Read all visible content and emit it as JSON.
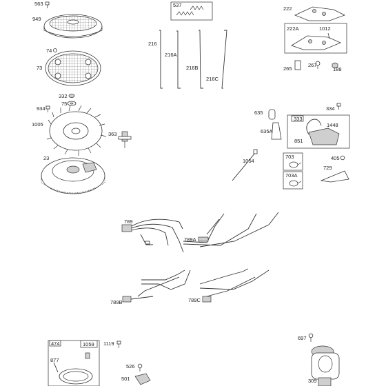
{
  "labels": {
    "l563": "563",
    "l949": "949",
    "l74": "74",
    "l73": "73",
    "l332": "332",
    "l75": "75",
    "l934": "934",
    "l1005": "1005",
    "l363": "363",
    "l23": "23",
    "l537": "537",
    "l216": "216",
    "l216A": "216A",
    "l216B": "216B",
    "l216C": "216C",
    "l222": "222",
    "l222A": "222A",
    "l1012": "1012",
    "l265": "265",
    "l267": "267",
    "l188": "188",
    "l635": "635",
    "l635A": "635A",
    "l334": "334",
    "l333": "333",
    "l1448": "1448",
    "l851": "851",
    "l1054": "1054",
    "l703": "703",
    "l703A": "703A",
    "l405": "405",
    "l729": "729",
    "l789": "789",
    "l789A": "789A",
    "l789B": "789B",
    "l789C": "789C",
    "l474": "474",
    "l1059": "1059",
    "l877": "877",
    "l1119": "1119",
    "l526": "526",
    "l501": "501",
    "l697": "697",
    "l309": "309"
  }
}
